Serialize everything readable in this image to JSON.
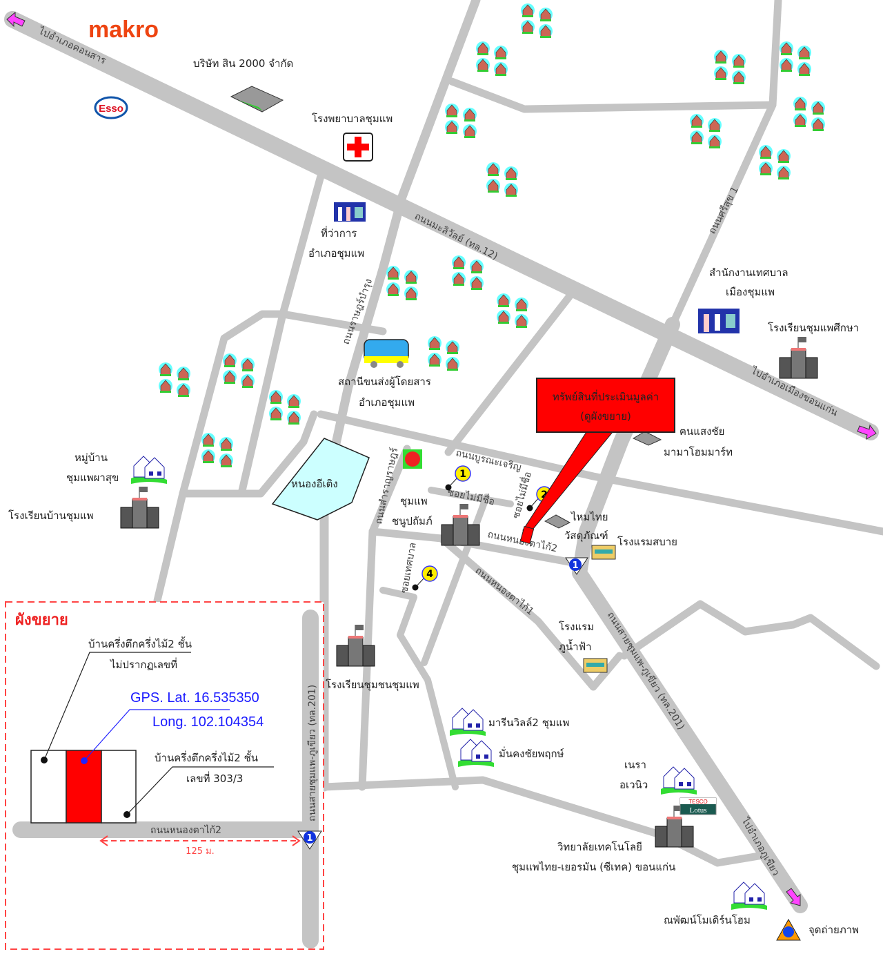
{
  "brand": {
    "makro": "makro",
    "esso": "Esso",
    "tesco": "TESCO",
    "lotus": "Lotus"
  },
  "roads": {
    "hwy12": "ถนนมะลิวัลย์ (ทล.12)",
    "to_khonsan": "ไปอำเภอคอนสาร",
    "to_khonkaen": "ไปอำเภอเมืองขอนแก่น",
    "ratbamrung": "ถนนราษฎร์บำรุง",
    "srisuk1": "ถนนศรีสุข 1",
    "buranacharoen": "ถนนบูรณะเจริญ",
    "samranrat": "ถนนสำราญราษฎร์",
    "soi_noname": "ซอยไม่มีชื่อ",
    "nongtakai2": "ถนนหนองตาไก้2",
    "nongtakai1": "ถนนหนองตาไก้1",
    "soi_thetsaban": "ซอยเทศบาล",
    "hwy201": "ถนนสายชุมแพ-ภูเขียว (ทล.201)",
    "to_phukhiao": "ไปอำเภอภูเขียว"
  },
  "places": {
    "sin2000": "บริษัท สิน 2000 จำกัด",
    "hospital": "โรงพยาบาลชุมแพ",
    "district_office_1": "ที่ว่าการ",
    "district_office_2": "อำเภอชุมแพ",
    "bus_1": "สถานีขนส่งผู้โดยสาร",
    "bus_2": "อำเภอชุมแพ",
    "municipal_1": "สำนักงานเทศบาล",
    "municipal_2": "เมืองชุมแพ",
    "chumphae_suksa": "โรงเรียนชุมแพศึกษา",
    "mamahome_1": "ฅนแสงชัย",
    "mamahome_2": "มามาโฮมมาร์ท",
    "village_1": "หมู่บ้าน",
    "village_2": "ชุมแพผาสุข",
    "school_banchumphae": "โรงเรียนบ้านชุมแพ",
    "pond": "หนองอีเติง",
    "chanupatham_1": "ชุมแพ",
    "chanupatham_2": "ชนูปถัมภ์",
    "maithai_1": "ไหมไทย",
    "maithai_2": "วัสดุภัณฑ์",
    "hotel_sabai": "โรงแรมสบาย",
    "hotel_phunamfa_1": "โรงแรม",
    "hotel_phunamfa_2": "ภูน้ำฟ้า",
    "community_school": "โรงเรียนชุมชนชุมแพ",
    "marinville": "มารีนวิลล์2 ชุมแพ",
    "mankong": "มั่นคงชัยพฤกษ์",
    "nara_1": "เนรา",
    "nara_2": "อเวนิว",
    "college_1": "วิทยาลัยเทคโนโลยี",
    "college_2": "ชุมแพไทย-เยอรมัน (ซีเทค) ขอนแก่น",
    "napat": "ณพัฒน์โมเดิร์นโฮม",
    "photo_point": "จุดถ่ายภาพ"
  },
  "callout": {
    "line1": "ทรัพย์สินที่ประเมินมูลค่า",
    "line2": "(ดูผังขยาย)",
    "color": "#ff0000"
  },
  "markers": [
    "1",
    "2",
    "4"
  ],
  "photo_marker": "1",
  "inset": {
    "title": "ผังขยาย",
    "house_left_1": "บ้านครึ่งตึกครึ่งไม้2 ชั้น",
    "house_left_2": "ไม่ปรากฏเลขที่",
    "gps_lat": "GPS. Lat. 16.535350",
    "gps_long": "Long. 102.104354",
    "house_right_1": "บ้านครึ่งตึกครึ่งไม้2 ชั้น",
    "house_right_2": "เลขที่ 303/3",
    "road_h": "ถนนหนองตาไก้2",
    "road_v": "ถนนสายชุมแพ-ภูเขียว (ทล.201)",
    "distance": "125 ม."
  }
}
